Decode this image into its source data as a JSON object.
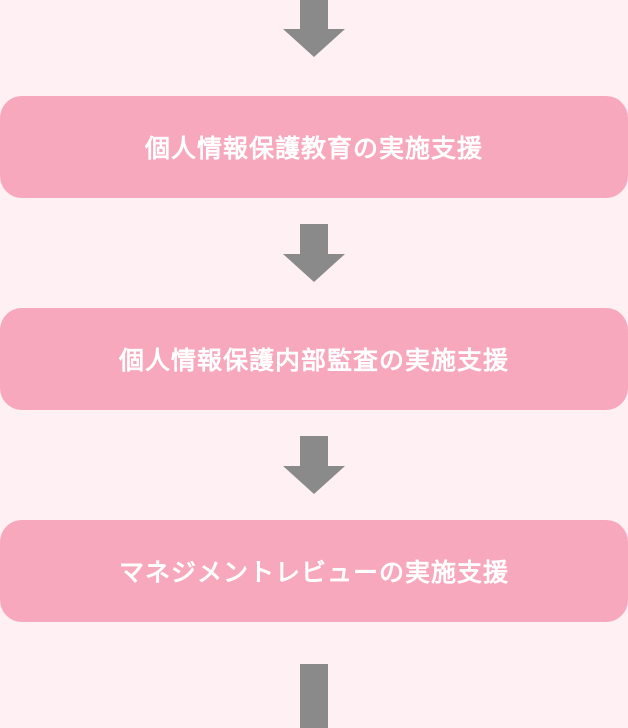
{
  "flow": {
    "steps": [
      {
        "label": "個人情報保護教育の実施支援"
      },
      {
        "label": "個人情報保護内部監査の実施支援"
      },
      {
        "label": "マネジメントレビューの実施支援"
      }
    ]
  },
  "colors": {
    "background": "#fff0f4",
    "step_fill": "#f7a8bc",
    "step_text": "#ffffff",
    "arrow": "#8a8a8a"
  },
  "icons": {
    "connector": "down-arrow-icon"
  }
}
